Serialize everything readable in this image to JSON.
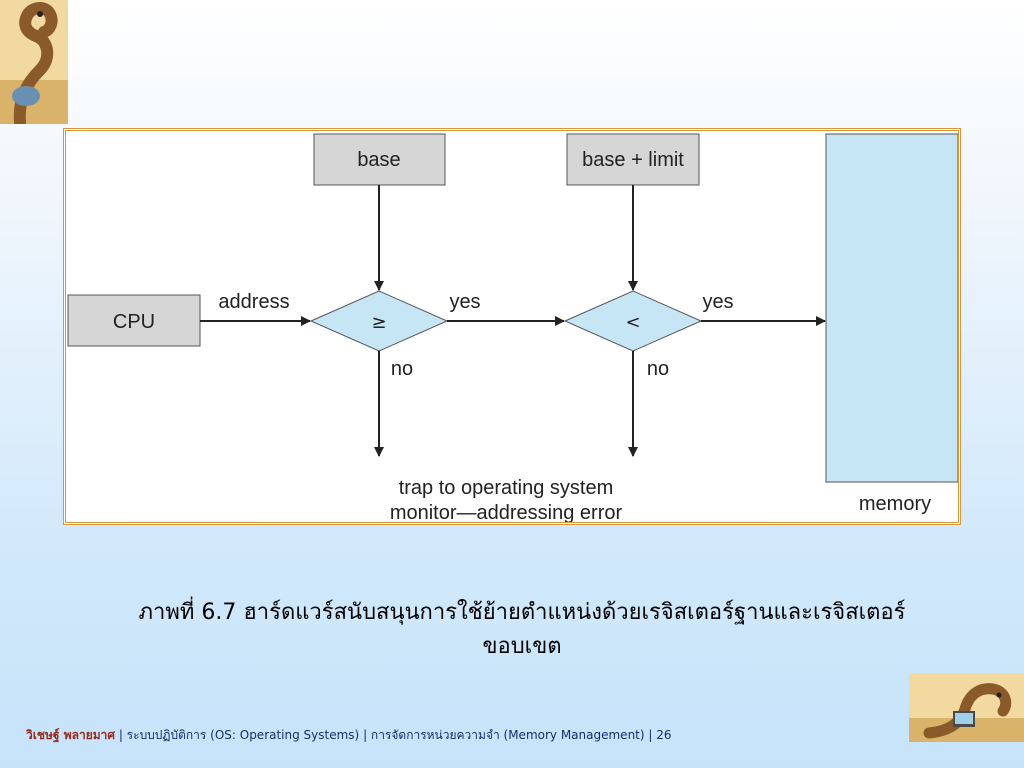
{
  "diagram": {
    "boxes": {
      "base": "base",
      "base_limit": "base + limit",
      "cpu": "CPU",
      "memory": "memory"
    },
    "decisions": {
      "ge": "≥",
      "lt": "<"
    },
    "edge_labels": {
      "address": "address",
      "yes_1": "yes",
      "yes_2": "yes",
      "no_1": "no",
      "no_2": "no"
    },
    "trap_line1": "trap to operating system",
    "trap_line2": "monitor—addressing error"
  },
  "caption": {
    "line1": "ภาพที่ 6.7 ฮาร์ดแวร์สนับสนุนการใช้ย้ายตำแหน่งด้วยเรจิสเตอร์ฐานและเรจิสเตอร์",
    "line2": "ขอบเขต"
  },
  "footer": {
    "author": "วิเชษฐ์ พลายมาศ",
    "sep1": " | ",
    "course": "ระบบปฏิบัติการ (OS: Operating Systems)",
    "sep2": " | ",
    "chapter": "การจัดการหน่วยความจำ  (Memory Management)",
    "sep3": " | ",
    "page": "26"
  },
  "colors": {
    "gray_box": "#d6d6d6",
    "diamond": "#c7e6f5",
    "memory": "#c7e6f5",
    "frame_border": "#d9953a"
  },
  "icons": {
    "top_left": "dinosaur-icon",
    "bottom_right": "dinosaur-laptop-icon"
  }
}
